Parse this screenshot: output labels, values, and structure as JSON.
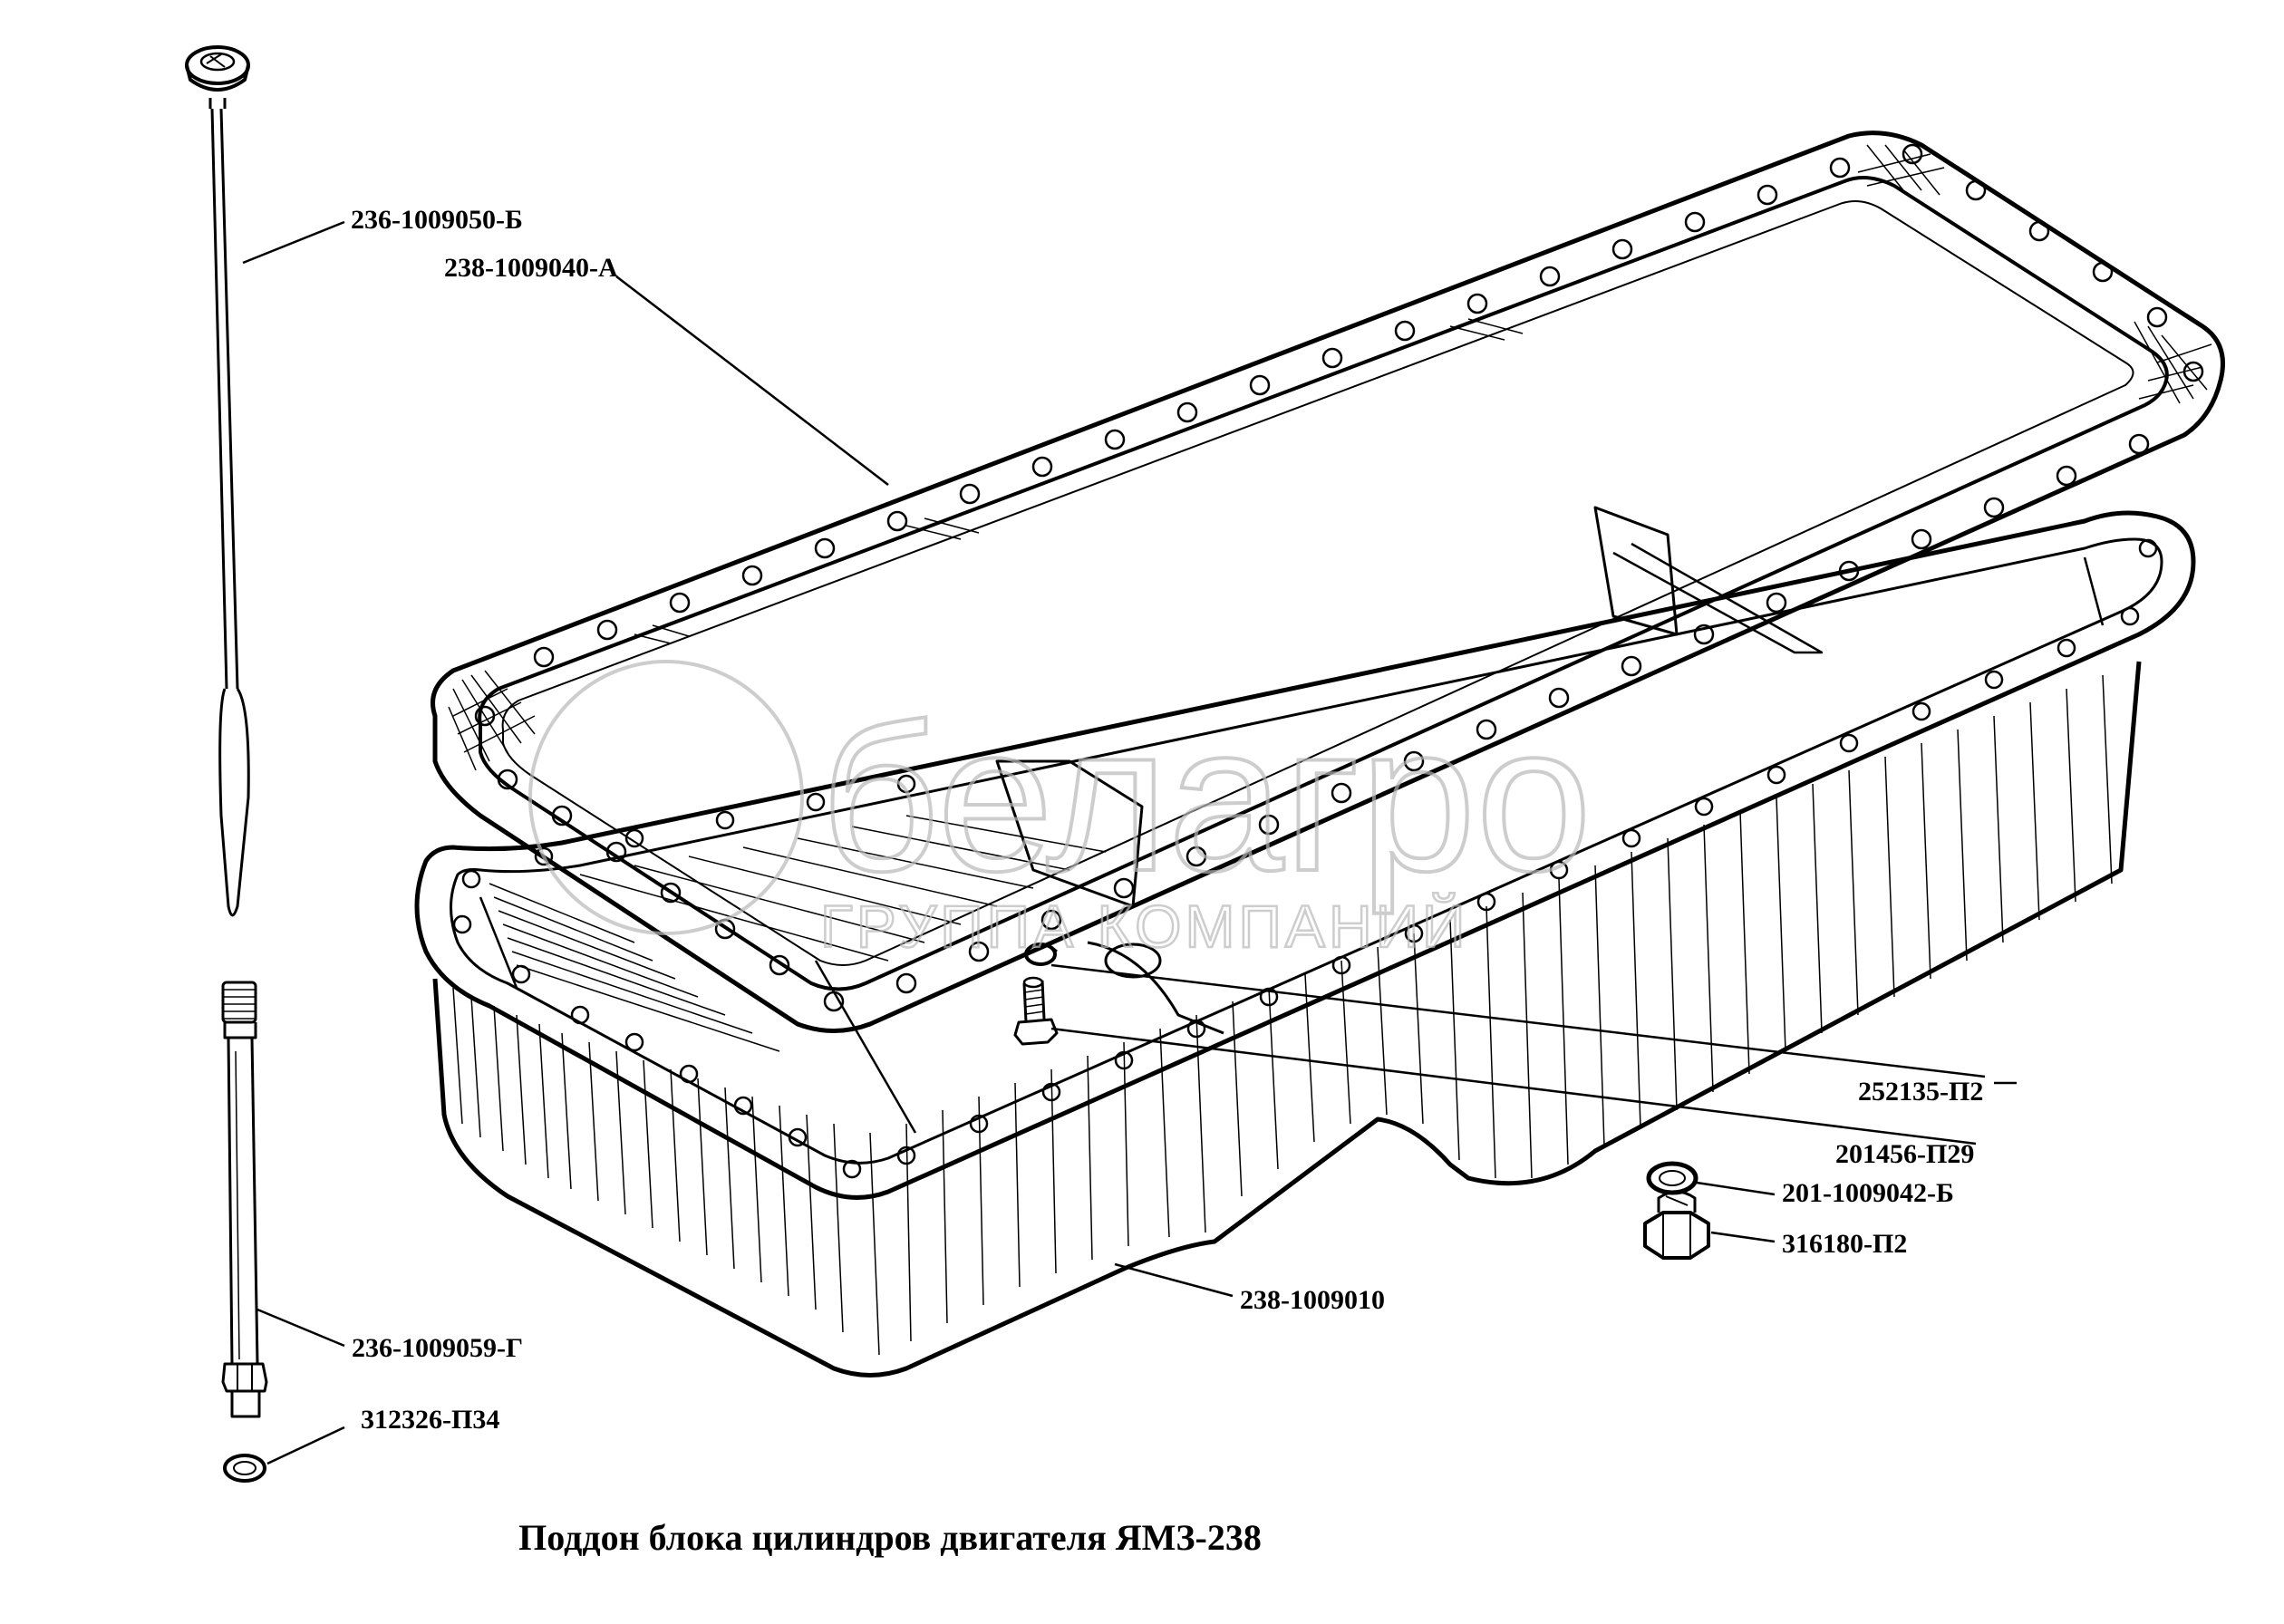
{
  "title": "Поддон блока цилиндров двигателя ЯМЗ-238",
  "watermark": {
    "brand": "белагро",
    "tagline": "ГРУППА КОМПАНИЙ"
  },
  "parts": {
    "dipstick": "236-1009050-Б",
    "gasket": "238-1009040-А",
    "oil_pan": "238-1009010",
    "dipstick_tube": "236-1009059-Г",
    "tube_washer": "312326-П34",
    "lock_washer": "252135-П2",
    "bolt": "201456-П29",
    "drain_washer": "201-1009042-Б",
    "drain_plug": "316180-П2"
  },
  "colors": {
    "line": "#000000",
    "watermark": "#b8b8b8",
    "background": "#ffffff"
  }
}
